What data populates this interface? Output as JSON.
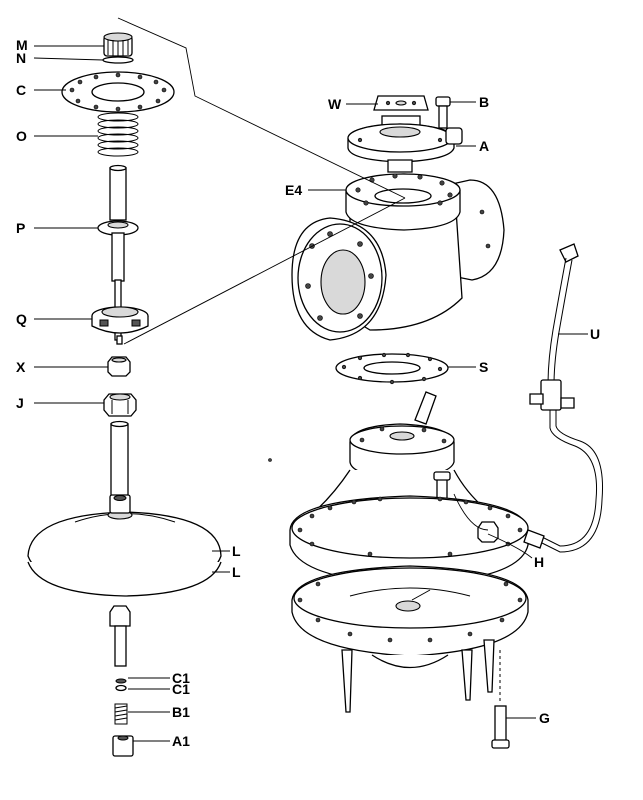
{
  "diagram": {
    "labels": {
      "M": "M",
      "N": "N",
      "C": "C",
      "O": "O",
      "P": "P",
      "Q": "Q",
      "X": "X",
      "J": "J",
      "L1": "L",
      "L2": "L",
      "C1a": "C1",
      "C1b": "C1",
      "B1": "B1",
      "A1": "A1",
      "W": "W",
      "B": "B",
      "A": "A",
      "E4": "E4",
      "S": "S",
      "U": "U",
      "H": "H",
      "G": "G"
    }
  }
}
